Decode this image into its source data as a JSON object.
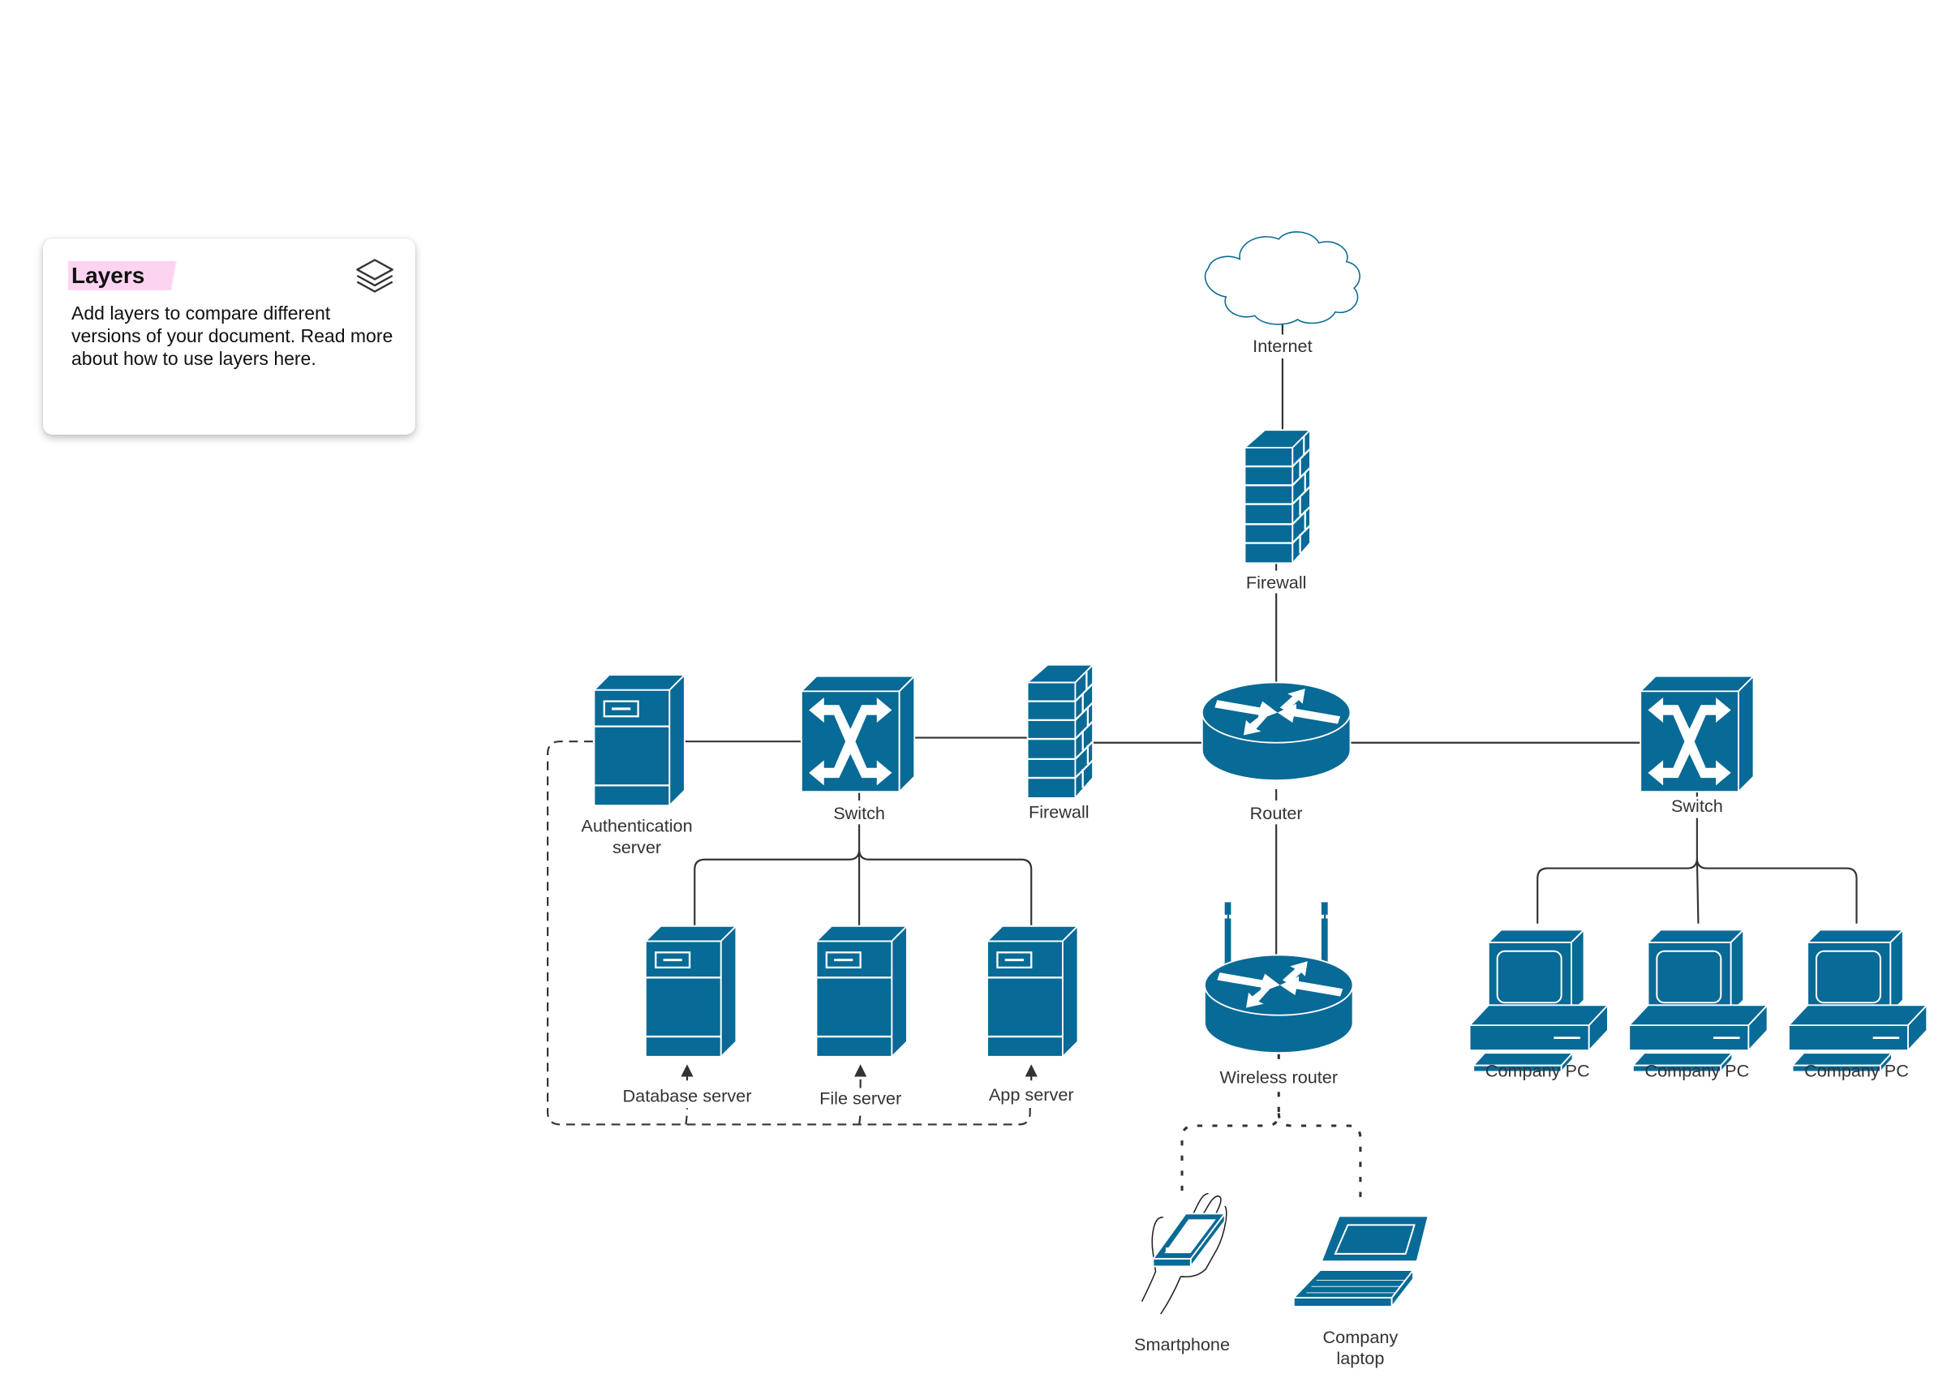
{
  "layers_panel": {
    "title": "Layers",
    "icon": "layers-icon",
    "description": "Add layers to compare different versions of your document. Read more about how to use layers here."
  },
  "diagram": {
    "colors": {
      "device_fill": "#086a96",
      "connector": "#333333",
      "label": "#333333",
      "highlight": "#fcd4f2"
    },
    "nodes": {
      "internet": {
        "label": "Internet",
        "type": "cloud"
      },
      "firewall_top": {
        "label": "Firewall",
        "type": "firewall"
      },
      "router": {
        "label": "Router",
        "type": "router"
      },
      "firewall_left": {
        "label": "Firewall",
        "type": "firewall"
      },
      "switch_left": {
        "label": "Switch",
        "type": "switch"
      },
      "auth_server": {
        "label_line1": "Authentication",
        "label_line2": "server",
        "type": "server"
      },
      "database_server": {
        "label": "Database server",
        "type": "server"
      },
      "file_server": {
        "label": "File server",
        "type": "server"
      },
      "app_server": {
        "label": "App server",
        "type": "server"
      },
      "wireless_router": {
        "label": "Wireless router",
        "type": "wireless-router"
      },
      "smartphone": {
        "label": "Smartphone",
        "type": "smartphone"
      },
      "company_laptop": {
        "label_line1": "Company",
        "label_line2": "laptop",
        "type": "laptop"
      },
      "switch_right": {
        "label": "Switch",
        "type": "switch"
      },
      "pc_1": {
        "label": "Company PC",
        "type": "pc"
      },
      "pc_2": {
        "label": "Company PC",
        "type": "pc"
      },
      "pc_3": {
        "label": "Company PC",
        "type": "pc"
      }
    },
    "connections": [
      {
        "from": "internet",
        "to": "firewall_top",
        "style": "solid"
      },
      {
        "from": "firewall_top",
        "to": "router",
        "style": "solid"
      },
      {
        "from": "router",
        "to": "firewall_left",
        "style": "solid"
      },
      {
        "from": "firewall_left",
        "to": "switch_left",
        "style": "solid"
      },
      {
        "from": "switch_left",
        "to": "auth_server",
        "style": "solid"
      },
      {
        "from": "switch_left",
        "to": "database_server",
        "style": "solid"
      },
      {
        "from": "switch_left",
        "to": "file_server",
        "style": "solid"
      },
      {
        "from": "switch_left",
        "to": "app_server",
        "style": "solid"
      },
      {
        "from": "auth_server",
        "to": "database_server",
        "style": "dashed-arrow"
      },
      {
        "from": "auth_server",
        "to": "file_server",
        "style": "dashed-arrow"
      },
      {
        "from": "auth_server",
        "to": "app_server",
        "style": "dashed-arrow"
      },
      {
        "from": "router",
        "to": "switch_right",
        "style": "solid"
      },
      {
        "from": "router",
        "to": "wireless_router",
        "style": "solid"
      },
      {
        "from": "wireless_router",
        "to": "smartphone",
        "style": "dotted"
      },
      {
        "from": "wireless_router",
        "to": "company_laptop",
        "style": "dotted"
      },
      {
        "from": "switch_right",
        "to": "pc_1",
        "style": "solid"
      },
      {
        "from": "switch_right",
        "to": "pc_2",
        "style": "solid"
      },
      {
        "from": "switch_right",
        "to": "pc_3",
        "style": "solid"
      }
    ]
  }
}
